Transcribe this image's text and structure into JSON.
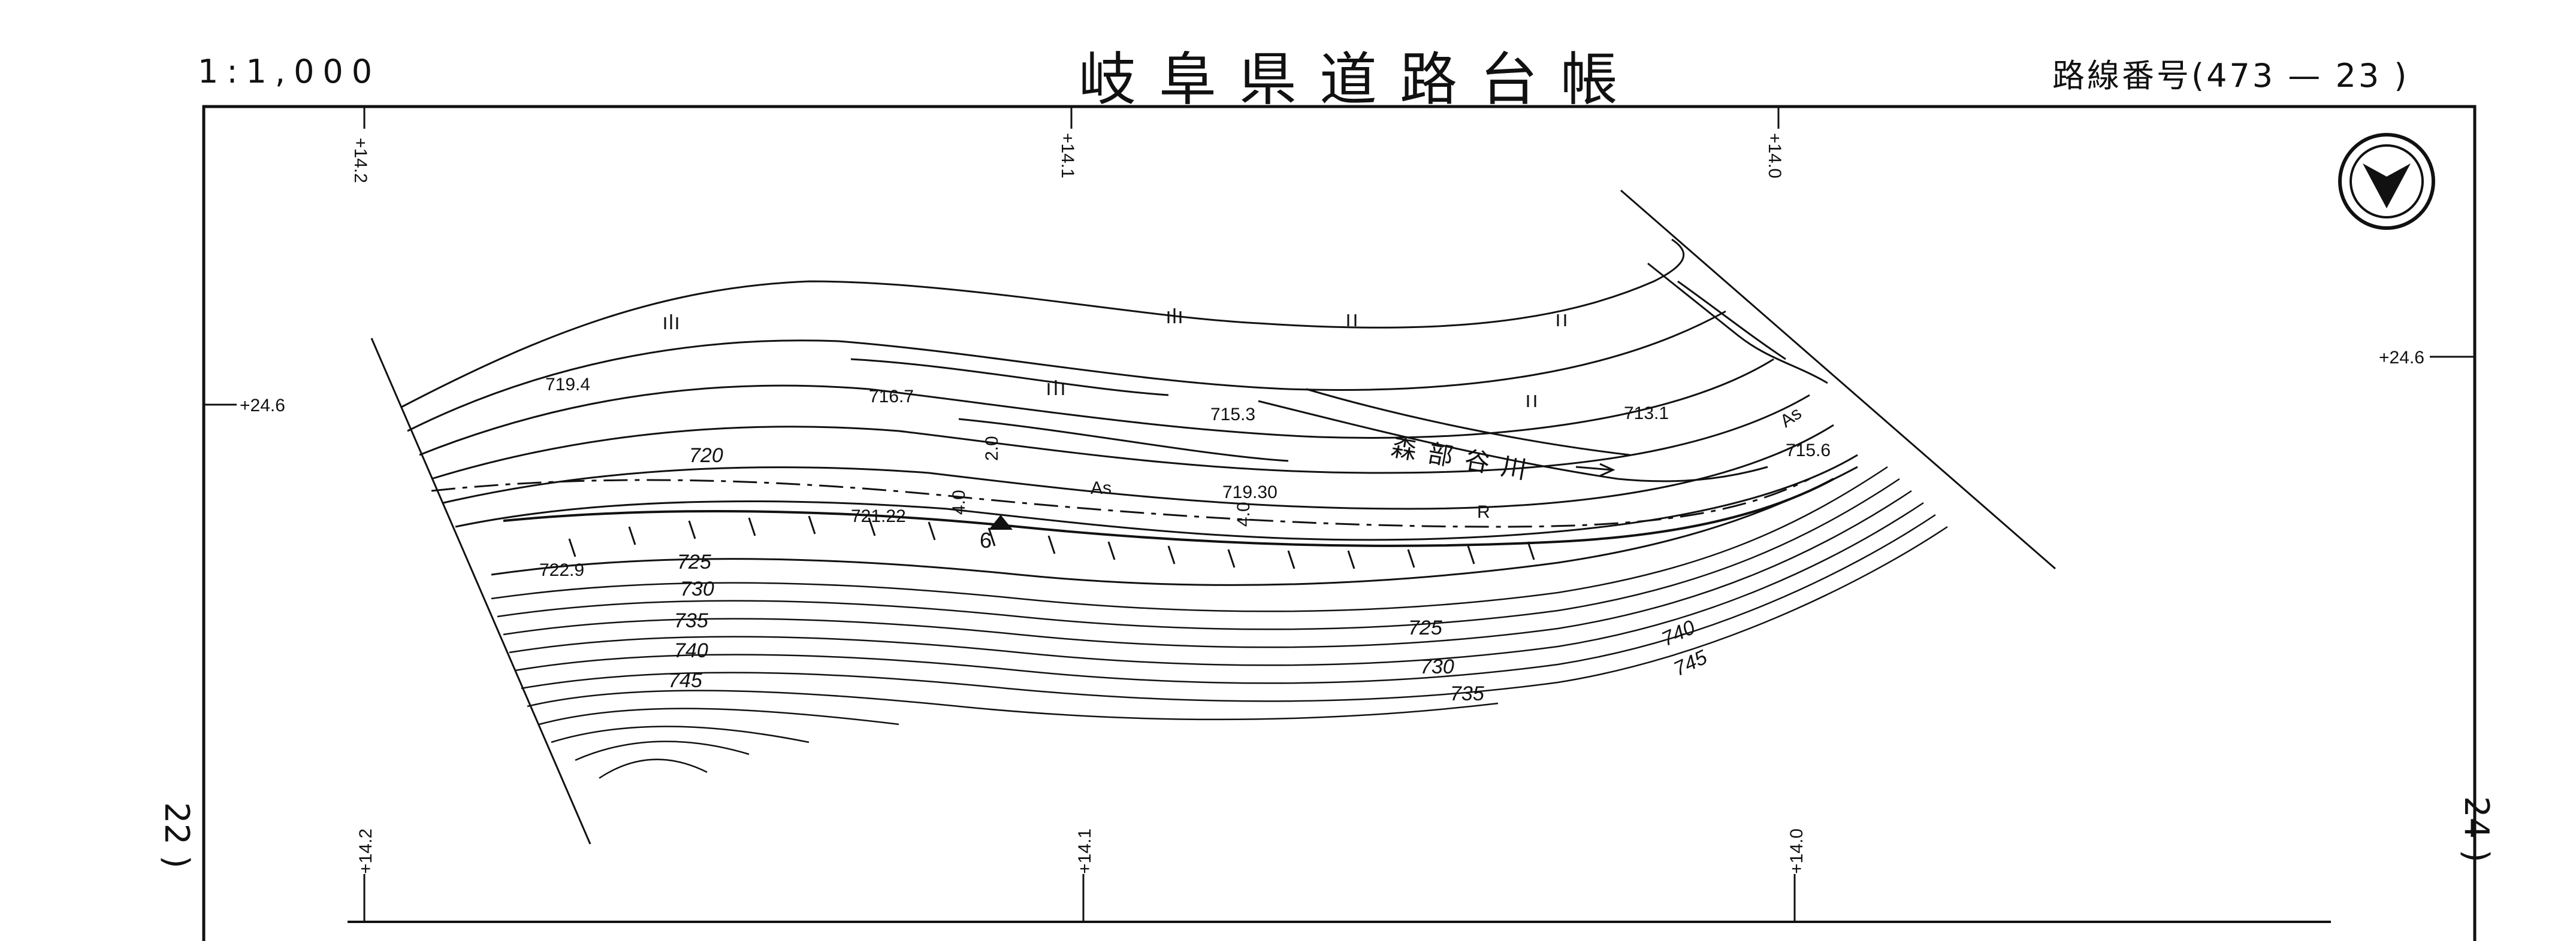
{
  "header": {
    "scale": "1:1,000",
    "title": "岐阜県道路台帳",
    "route_number": "路線番号(473 — 23 )"
  },
  "page_refs": {
    "left": "22 )",
    "right": "24 )"
  },
  "grid": {
    "top_ticks": [
      "+14.2",
      "+14.1",
      "+14.0"
    ],
    "bottom_ticks": [
      "+14.2",
      "+14.1",
      "+14.0"
    ],
    "left_tick": "+24.6",
    "right_tick": "+24.6"
  },
  "spot_heights": [
    "719.4",
    "716.7",
    "715.3",
    "713.1",
    "719.30",
    "721.22",
    "722.9",
    "715.6"
  ],
  "contours": [
    "720",
    "725",
    "730",
    "735",
    "740",
    "745"
  ],
  "road": {
    "surface_label": "As",
    "surface_label_right": "As",
    "widths": [
      "2.0",
      "4.0",
      "4.0"
    ],
    "station_marker": "6",
    "r_label": "R"
  },
  "river_name": "森部谷川",
  "symbols": {
    "north_arrow": "north-arrow-icon",
    "vegetation": "grass-mark-icon"
  },
  "colors": {
    "ink": "#111111",
    "paper": "#ffffff"
  }
}
